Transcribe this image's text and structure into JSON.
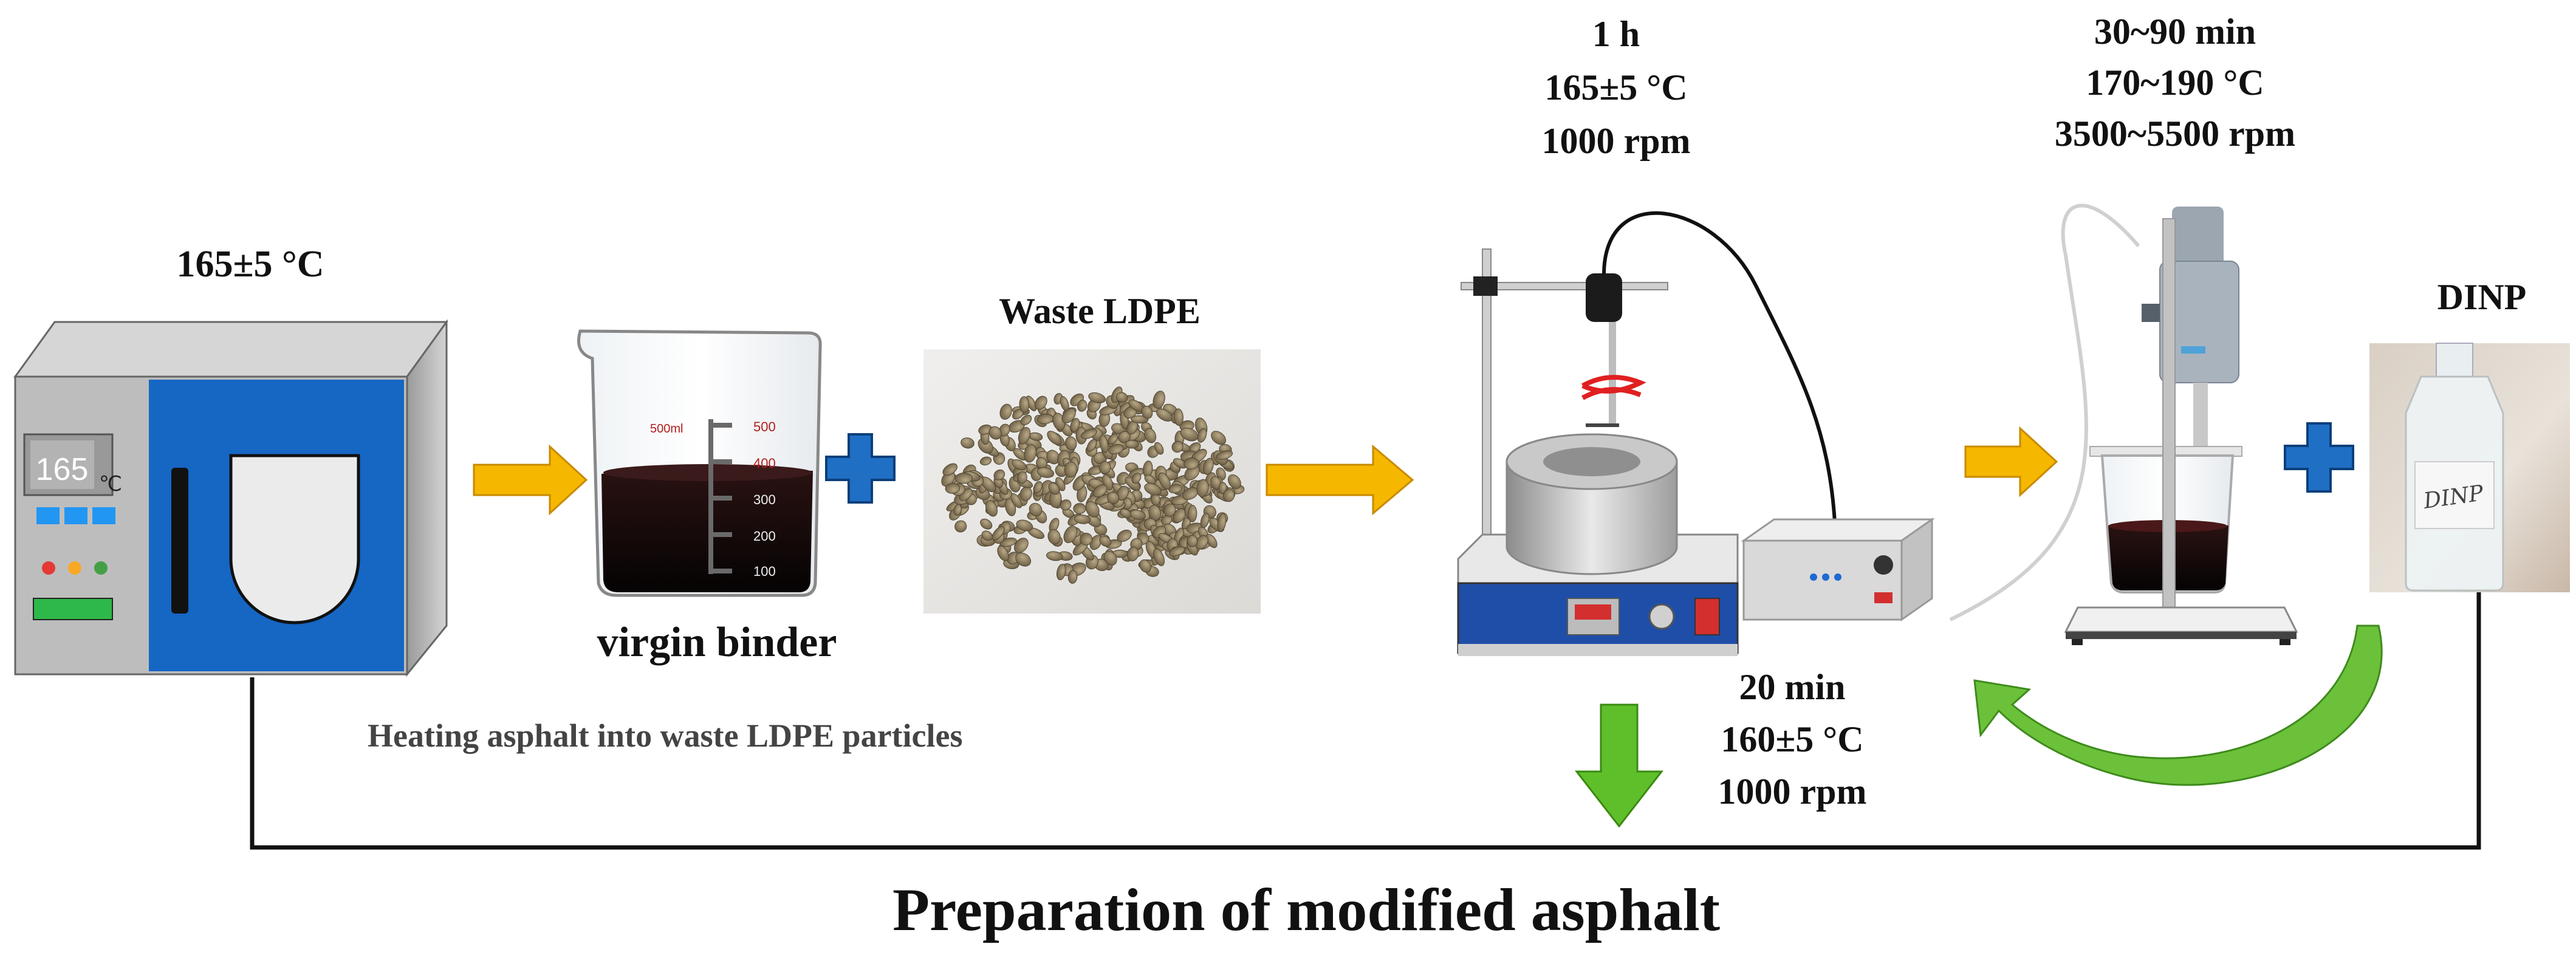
{
  "oven": {
    "temp_label": "165±5 °C",
    "display_value": "165",
    "display_unit": "℃"
  },
  "beaker": {
    "caption": "virgin binder",
    "volume_mark": "500ml",
    "scale": [
      "500",
      "400",
      "300",
      "200",
      "100"
    ]
  },
  "ldpe": {
    "caption": "Waste LDPE"
  },
  "heating_note": "Heating asphalt into waste LDPE particles",
  "stirrer_top": {
    "line1": "1 h",
    "line2": "165±5 °C",
    "line3": "1000 rpm"
  },
  "stirrer_bottom": {
    "line1": "20 min",
    "line2": "160±5 °C",
    "line3": "1000 rpm"
  },
  "shear": {
    "line1": "30~90 min",
    "line2": "170~190 °C",
    "line3": "3500~5500 rpm"
  },
  "dinp": {
    "caption": "DINP",
    "bottle_label": "DINP"
  },
  "footer_title": "Preparation of modified asphalt",
  "colors": {
    "arrow_yellow": "#f5b700",
    "plus_blue": "#1f6fc5",
    "arrow_green": "#5fbf2a",
    "oven_blue": "#1666c4"
  }
}
